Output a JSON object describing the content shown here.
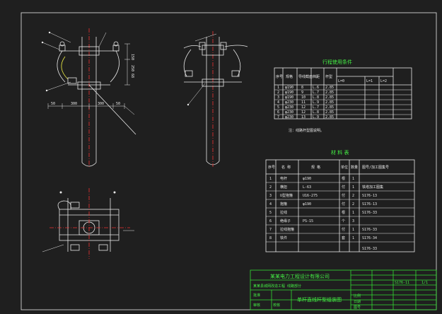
{
  "dimensions": {
    "d50": "50",
    "d300a": "300",
    "d300b": "300",
    "d50b": "50",
    "d150": "150",
    "d250": "250 68"
  },
  "tables": {
    "install_title": "行程使用条件",
    "install_headers": [
      "序号",
      "规格",
      "导线截面",
      "档距",
      "杆型",
      "L=0",
      "L=1",
      "L=2"
    ],
    "install_rows": [
      [
        "1",
        "φ190",
        "8",
        "L.6",
        "2.85"
      ],
      [
        "2",
        "φ190",
        "9",
        "L.7",
        "2.85"
      ],
      [
        "3",
        "φ190",
        "10",
        "L.8",
        "2.85"
      ],
      [
        "4",
        "φ230",
        "11",
        "L.9",
        "2.85"
      ],
      [
        "5",
        "φ230",
        "12",
        "L.7",
        "2.85"
      ],
      [
        "6",
        "φ230",
        "12",
        "L.8",
        "2.85"
      ],
      [
        "7",
        "φ230",
        "13",
        "L.9",
        "2.85"
      ]
    ],
    "install_note": "注：线路杆型图说明。",
    "material_title": "材 料 表",
    "material_headers": [
      "序号",
      "名 称",
      "规 格",
      "单位",
      "数量",
      "图号/加工图集号"
    ],
    "material_rows": [
      [
        "1",
        "电杆",
        "φ190",
        "根",
        "1",
        ""
      ],
      [
        "2",
        "横担",
        "L-63",
        "付",
        "1",
        "铁塔加工图集"
      ],
      [
        "3",
        "U型抱箍",
        "U16-275",
        "付",
        "2",
        "S176-13"
      ],
      [
        "4",
        "抱箍",
        "φ190",
        "付",
        "2",
        "S176-13"
      ],
      [
        "5",
        "拉线",
        "",
        "根",
        "1",
        "S176-33"
      ],
      [
        "6",
        "绝缘子",
        "PS-15",
        "个",
        "3",
        ""
      ],
      [
        "7",
        "拉线抱箍",
        "",
        "付",
        "1",
        "S176-33"
      ],
      [
        "8",
        "铁件",
        "",
        "套",
        "1",
        "S176-34"
      ]
    ],
    "material_footer": "S176-33"
  },
  "title_block": {
    "company": "某某电力工程设计有限公司",
    "project": "某某县城网改造工程 线路部分",
    "drawing_title": "单杆直线杆型组装图",
    "drawing_no": "S176-11",
    "sheet": "1/1",
    "left_labels": [
      "批准",
      "审核",
      "校核"
    ],
    "right_labels": [
      "比例",
      "日期",
      "图号"
    ]
  }
}
